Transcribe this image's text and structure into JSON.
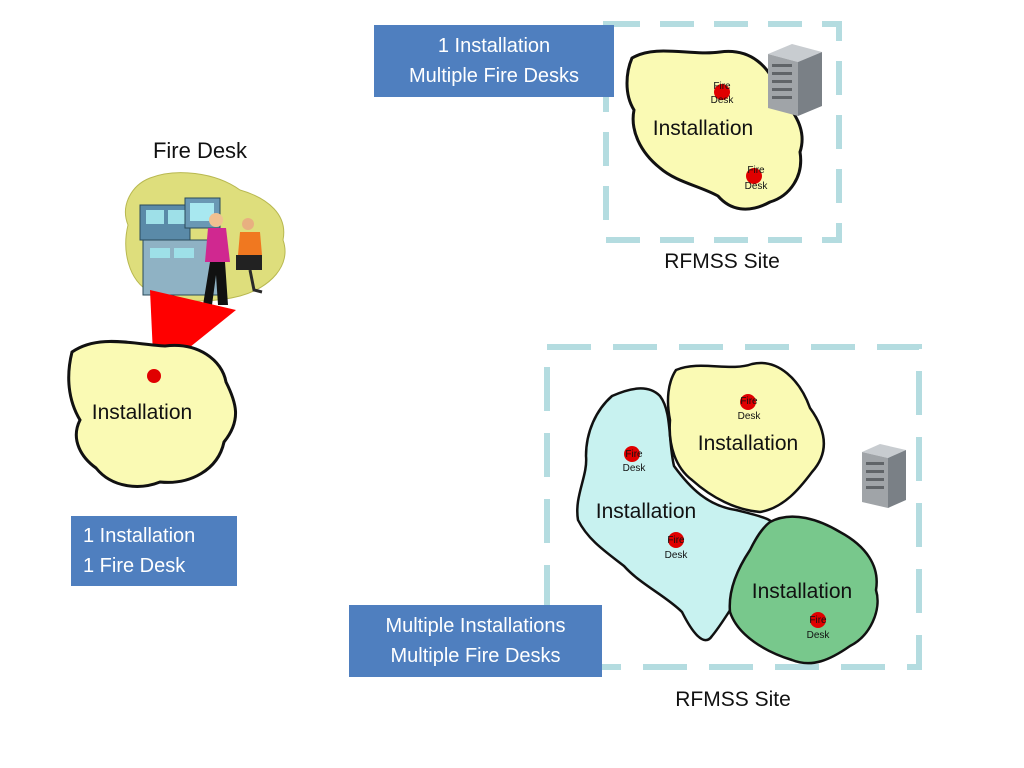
{
  "boxes": {
    "single": {
      "line1": "1 Installation",
      "line2": "1 Fire Desk"
    },
    "one_install_multi_desk": {
      "line1": "1 Installation",
      "line2": "Multiple Fire Desks"
    },
    "multi_install_multi_desk": {
      "line1": "Multiple Installations",
      "line2": "Multiple Fire Desks"
    }
  },
  "labels": {
    "fire_desk_title": "Fire Desk",
    "installation": "Installation",
    "desk_line1": "Fire",
    "desk_line2": "Desk",
    "site": "RFMSS Site"
  },
  "colors": {
    "box": "#4f7fbf",
    "installation_yellow": "#fafab4",
    "installation_cyan": "#c8f2f0",
    "installation_green": "#78c88c",
    "site_border": "#b4dce0",
    "desk_dot": "#e00000",
    "cone": "#ff0000"
  },
  "icons": [
    "server-icon",
    "fire-desk-clipart",
    "fire-desk-dot"
  ]
}
